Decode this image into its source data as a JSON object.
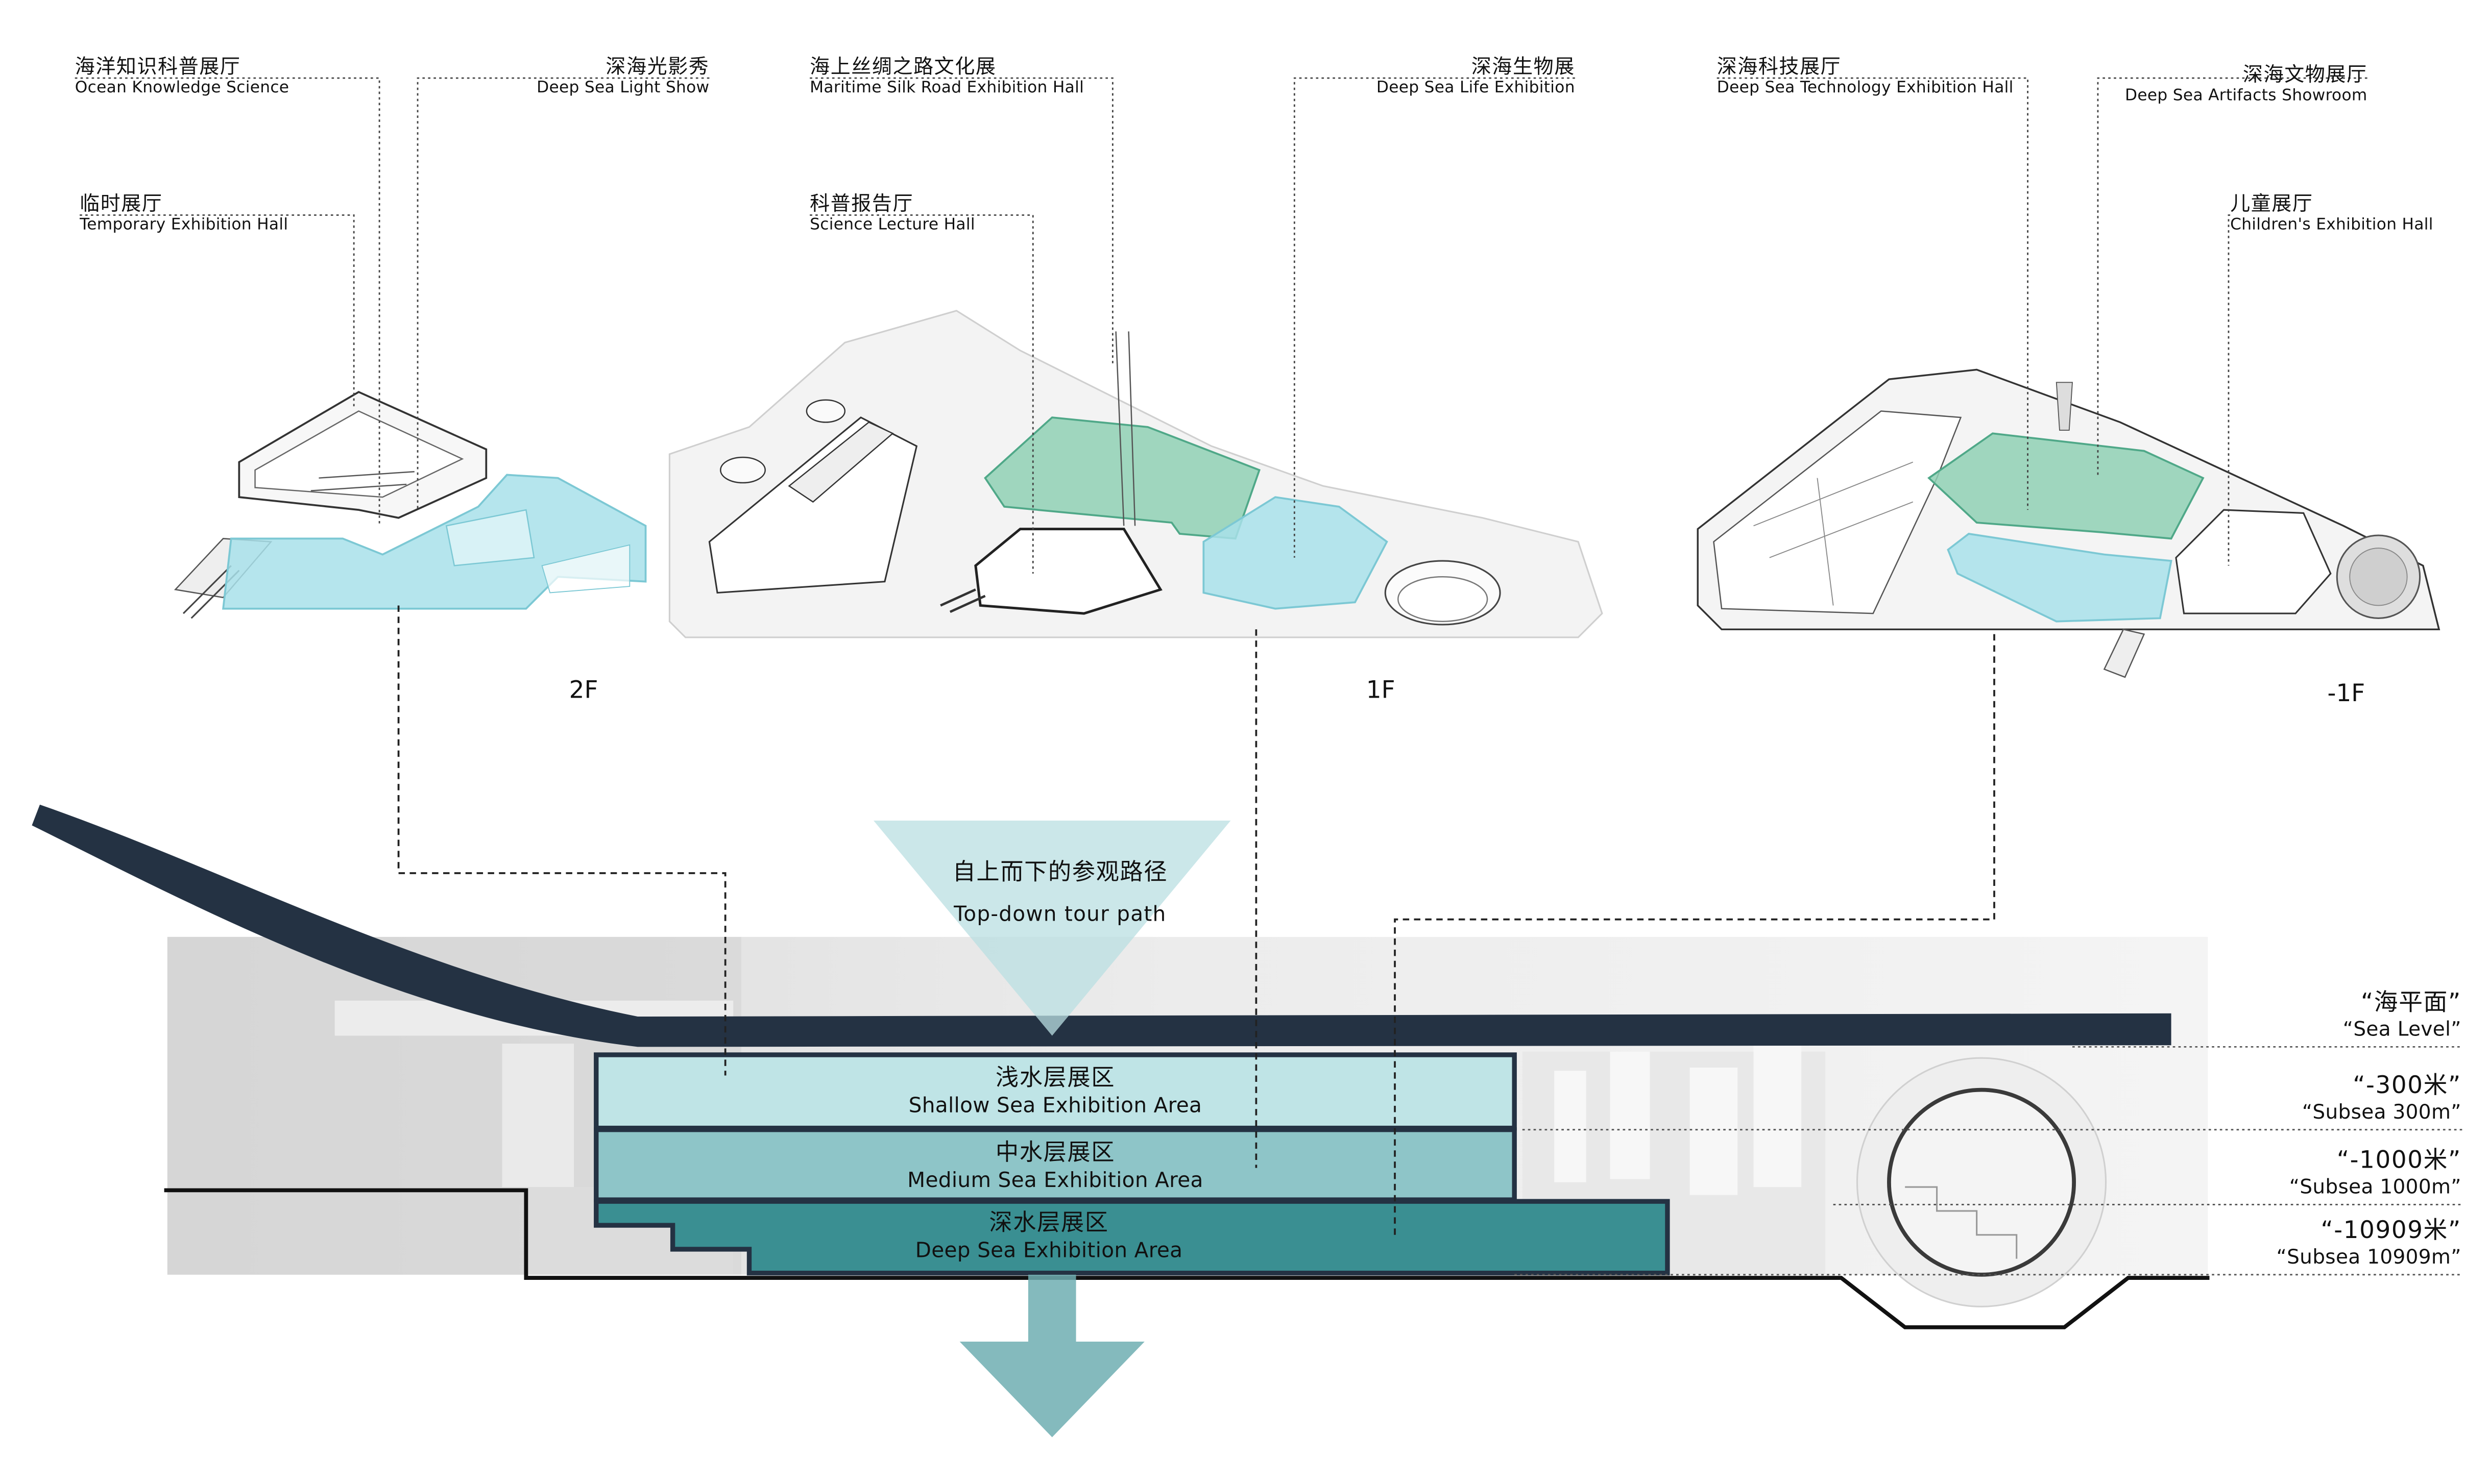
{
  "labels": {
    "ocean_knowledge": {
      "zh": "海洋知识科普展厅",
      "en": "Ocean Knowledge Science"
    },
    "light_show": {
      "zh": "深海光影秀",
      "en": "Deep Sea Light Show"
    },
    "temporary": {
      "zh": "临时展厅",
      "en": "Temporary Exhibition Hall"
    },
    "silk_road": {
      "zh": "海上丝绸之路文化展",
      "en": "Maritime Silk Road Exhibition Hall"
    },
    "lecture": {
      "zh": "科普报告厅",
      "en": "Science Lecture Hall"
    },
    "deep_life": {
      "zh": "深海生物展",
      "en": "Deep Sea Life Exhibition"
    },
    "technology": {
      "zh": "深海科技展厅",
      "en": "Deep Sea Technology Exhibition Hall"
    },
    "artifacts": {
      "zh": "深海文物展厅",
      "en": "Deep Sea Artifacts Showroom"
    },
    "children": {
      "zh": "儿童展厅",
      "en": "Children's Exhibition Hall"
    }
  },
  "floors": {
    "second": "2F",
    "first": "1F",
    "basement": "-1F"
  },
  "tour_path": {
    "zh": "自上而下的参观路径",
    "en": "Top-down tour path"
  },
  "zones": {
    "shallow": {
      "zh": "浅水层展区",
      "en": "Shallow Sea Exhibition Area"
    },
    "medium": {
      "zh": "中水层展区",
      "en": "Medium Sea Exhibition Area"
    },
    "deep": {
      "zh": "深水层展区",
      "en": "Deep Sea Exhibition Area"
    }
  },
  "levels": {
    "sea": {
      "zh": "“海平面”",
      "en": "“Sea Level”"
    },
    "l300": {
      "zh": "“-300米”",
      "en": "“Subsea 300m”"
    },
    "l1000": {
      "zh": "“-1000米”",
      "en": "“Subsea 1000m”"
    },
    "l10909": {
      "zh": "“-10909米”",
      "en": "“Subsea 10909m”"
    }
  },
  "colors": {
    "shallow": "#bfe4e6",
    "medium": "#8ec5c8",
    "deep": "#3a8f92",
    "roof": "#243243",
    "highlight_cyan": "#a8e0ea",
    "highlight_green": "#8fd0b4"
  }
}
